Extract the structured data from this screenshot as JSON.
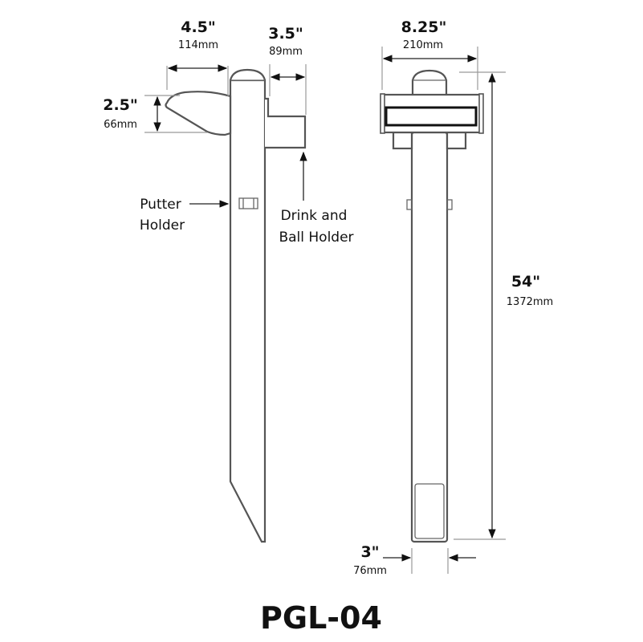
{
  "diagram": {
    "title": "PGL-04",
    "side_view": {
      "dimensions": {
        "head_width": {
          "imperial": "4.5\"",
          "metric": "114mm"
        },
        "holder_width": {
          "imperial": "3.5\"",
          "metric": "89mm"
        },
        "head_height": {
          "imperial": "2.5\"",
          "metric": "66mm"
        }
      },
      "callouts": {
        "putter_holder": [
          "Putter",
          "Holder"
        ],
        "drink_holder": [
          "Drink and",
          "Ball Holder"
        ]
      }
    },
    "front_view": {
      "dimensions": {
        "overall_width": {
          "imperial": "8.25\"",
          "metric": "210mm"
        },
        "overall_height": {
          "imperial": "54\"",
          "metric": "1372mm"
        },
        "post_width": {
          "imperial": "3\"",
          "metric": "76mm"
        }
      }
    },
    "colors": {
      "background": "#ffffff",
      "line": "#555555",
      "text": "#111111"
    }
  }
}
